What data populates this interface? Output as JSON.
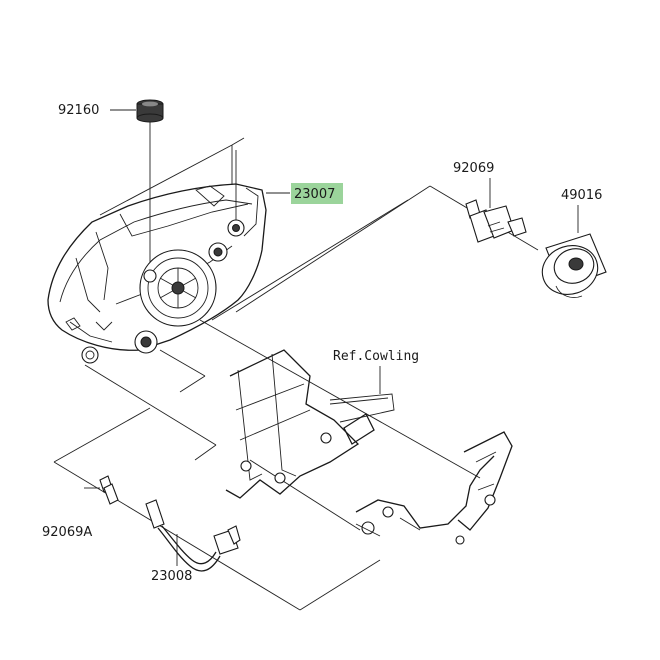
{
  "parts": {
    "p92160": "92160",
    "p23007": "23007",
    "p92069": "92069",
    "p49016": "49016",
    "ref_cowling": "Ref.Cowling",
    "p92069a": "92069A",
    "p23008": "23008"
  },
  "highlight": {
    "part": "23007",
    "color": "#9bd49b"
  }
}
